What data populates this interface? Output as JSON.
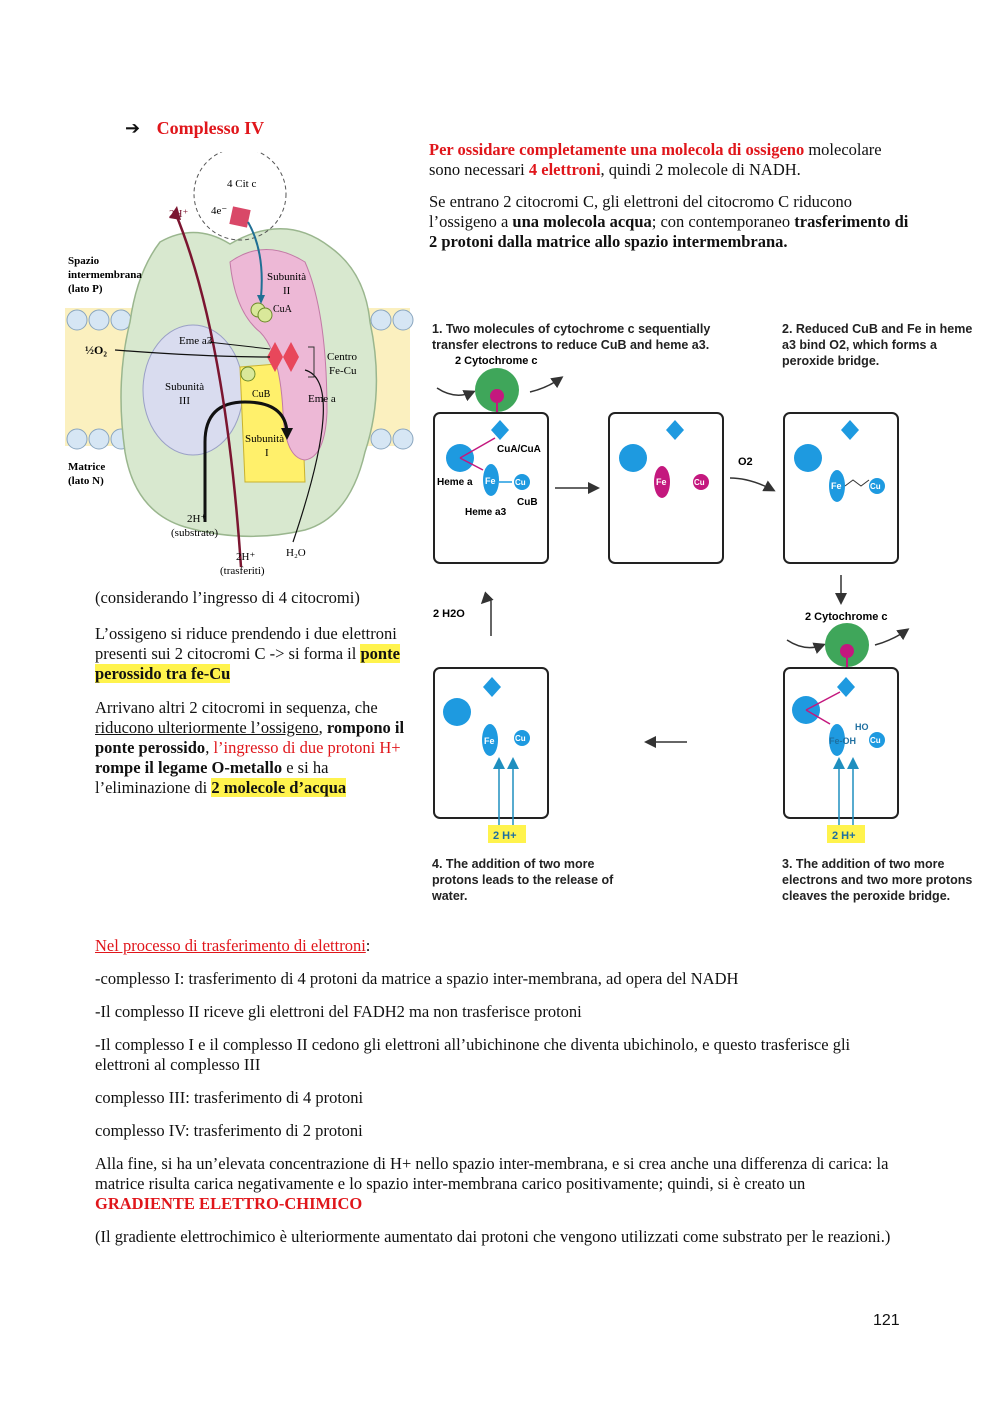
{
  "heading": {
    "arrow": "➔",
    "title": "Complesso IV"
  },
  "top_right": {
    "p1_bold_red": "Per ossidare completamente una molecola di ossigeno",
    "p1_a": "molecolare sono necessari ",
    "p1_red_bold": "4 elettroni",
    "p1_b": ", quindi 2 molecole di NADH.",
    "p2_a": "Se entrano 2 citocromi C, gli elettroni del citocromo C riducono l’ossigeno a ",
    "p2_bold": "una molecola acqua",
    "p2_b": "; con contemporaneo ",
    "p2_bold2": "trasferimento di 2 protoni dalla matrice allo spazio intermembrana."
  },
  "left_diagram": {
    "cyt": "4 Cit c",
    "e": "4e⁻",
    "h_top": "2H⁺",
    "spazio": [
      "Spazio",
      "intermembrana",
      "(lato P)"
    ],
    "subunita2": [
      "Subunità",
      "II"
    ],
    "cua": "CuA",
    "eme_a3": "Eme a3",
    "half_o2": "½O₂",
    "centro": [
      "Centro",
      "Fe-Cu"
    ],
    "subunita3": [
      "Subunità",
      "III"
    ],
    "cub": "CuB",
    "eme_a": "Eme a",
    "subunita1": [
      "Subunità",
      "I"
    ],
    "matrice": [
      "Matrice",
      "(lato N)"
    ],
    "h_sub": [
      "2H⁺",
      "(substrato)"
    ],
    "h_tra": [
      "2H⁺",
      "(trasferiti)"
    ],
    "h2o": "H₂O"
  },
  "left_text": {
    "p1": "(considerando l’ingresso di 4 citocromi)",
    "p2_a": "L’ossigeno si riduce prendendo i due elettroni presenti sui 2 citocromi C -> si forma il ",
    "p2_hl": "ponte perossido tra fe-Cu",
    "p3_a": "Arrivano altri 2 citocromi in sequenza, che ",
    "p3_u": "riducono ulteriormente l’ossigeno",
    "p3_b": ",",
    "p3_bold": "rompono il ponte perossido",
    "p3_c": ",",
    "p3_red": "l’ingresso di due protoni H+",
    "p3_bold2": " rompe il legame O-metallo",
    "p3_d": " e si ha l’eliminazione di ",
    "p3_hl": "2 molecole d’acqua"
  },
  "right_diagram": {
    "step1": "1. Two molecules of cytochrome c sequentially transfer electrons to reduce CuB and heme a3.",
    "step2": "2. Reduced CuB and Fe in heme a3 bind O2, which forms a peroxide bridge.",
    "step3": "3. The addition of two more electrons and two more protons cleaves the peroxide bridge.",
    "step4": "4. The addition of two more protons leads to the release of water.",
    "cyt_c": "2 Cytochrome c",
    "cua_cub": "CuA/CuA",
    "heme_a": "Heme a",
    "heme_a3": "Heme a3",
    "fe": "Fe",
    "cu": "Cu",
    "cub": "CuB",
    "o2": "O2",
    "h2o": "2 H2O",
    "h_plus": "2 H+",
    "ho": "HO",
    "feoh": "Fe-OH"
  },
  "bottom": {
    "title": "Nel processo di trasferimento di elettroni",
    "colon": ":",
    "l1": "-complesso I: trasferimento di 4 protoni da matrice a spazio inter-membrana, ad opera del NADH",
    "l2": "-Il complesso II riceve gli elettroni del FADH2 ma non trasferisce protoni",
    "l3": "-Il complesso I e il complesso II cedono gli elettroni all’ubichinone che diventa ubichinolo, e questo trasferisce gli elettroni al complesso III",
    "l4": "complesso III: trasferimento di 4 protoni",
    "l5": "complesso IV: trasferimento di 2 protoni",
    "l6_a": "Alla fine, si ha un’elevata concentrazione di H+ nello spazio inter-membrana, e si crea anche una differenza di carica: la matrice risulta carica negativamente e lo spazio inter-membrana carico positivamente; quindi, si è creato un ",
    "l6_red": "GRADIENTE ELETTRO-CHIMICO",
    "l7": "(Il gradiente elettrochimico è ulteriormente aumentato dai protoni che vengono utilizzati come substrato per le reazioni.)"
  },
  "page_number": "121"
}
